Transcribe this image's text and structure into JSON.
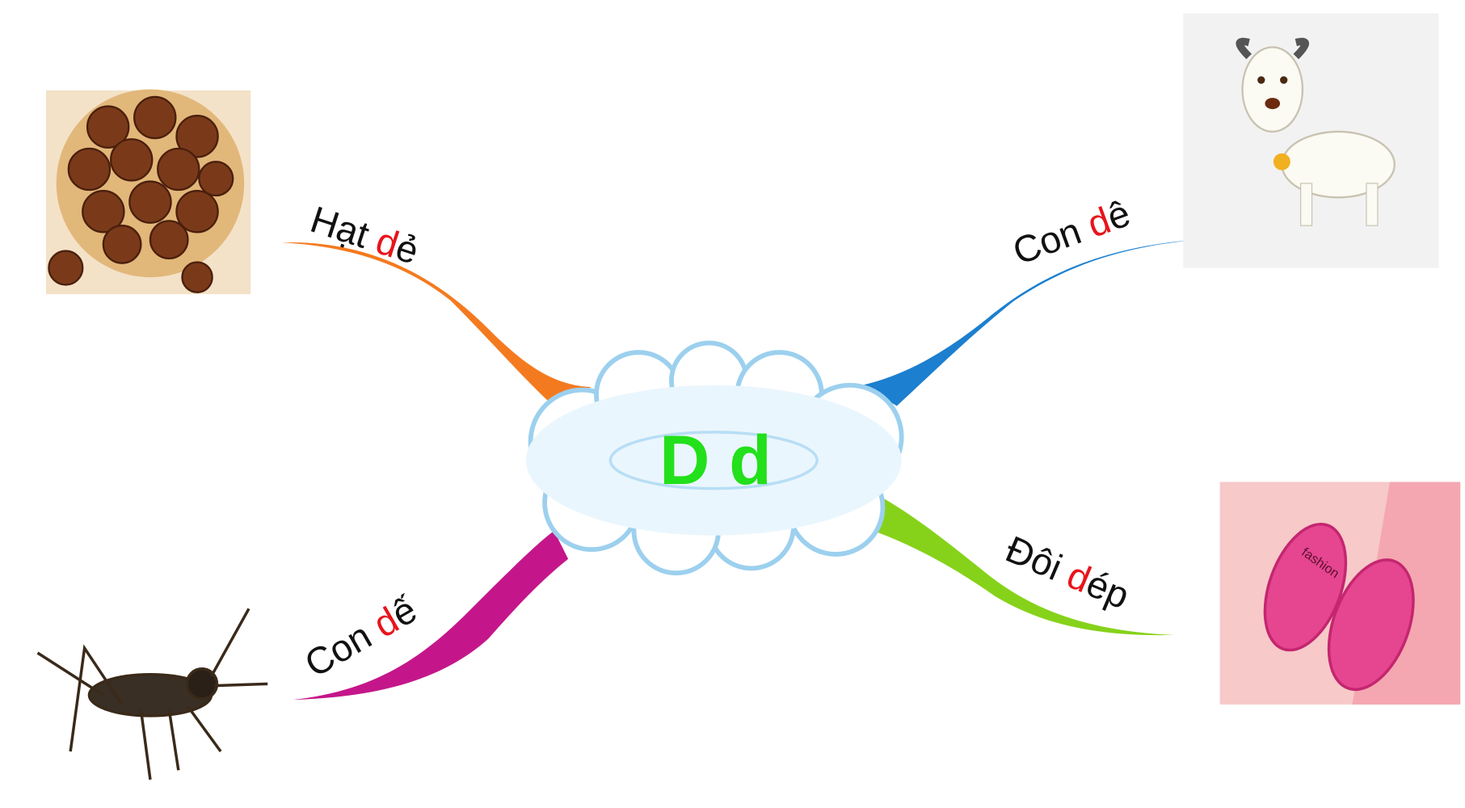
{
  "center": {
    "text": "D d",
    "color": "#22e01a"
  },
  "branches": [
    {
      "id": "hat-de",
      "prefix": "Hạt ",
      "highlight": "d",
      "suffix": "ẻ",
      "color": "#f47a1f",
      "image": "chestnuts"
    },
    {
      "id": "con-de-goat",
      "prefix": "Con ",
      "highlight": "d",
      "suffix": "ê",
      "color": "#1c7fcf",
      "image": "goat"
    },
    {
      "id": "con-de-cricket",
      "prefix": "Con ",
      "highlight": "d",
      "suffix": "ế",
      "color": "#c4168a",
      "image": "cricket"
    },
    {
      "id": "doi-dep",
      "prefix": "Đôi ",
      "highlight": "d",
      "suffix": "ép",
      "color": "#86d21a",
      "image": "sandals"
    }
  ],
  "highlight_color": "#e8141b",
  "sandal_text": "fashion"
}
